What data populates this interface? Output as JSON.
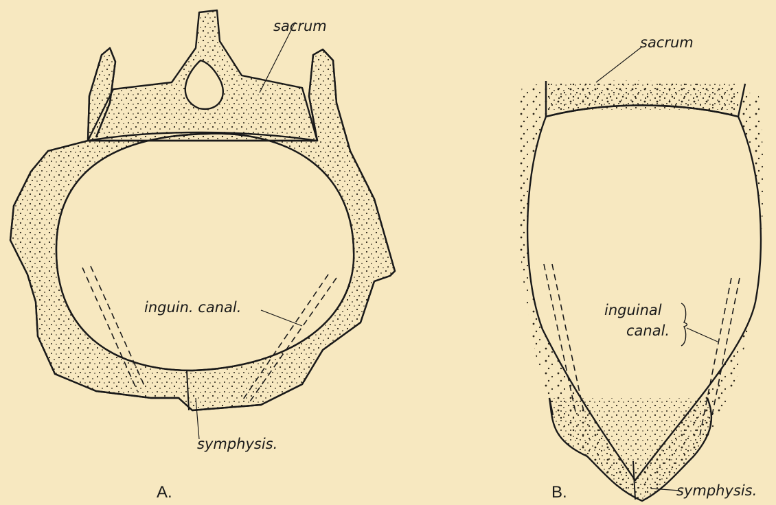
{
  "figure_a": {
    "caption": "A.",
    "labels": {
      "sacrum": "sacrum",
      "inguinal": "inguin. canal.",
      "symphysis": "symphysis."
    }
  },
  "figure_b": {
    "caption": "B.",
    "labels": {
      "sacrum": "sacrum",
      "inguinal_1": "inguinal",
      "inguinal_2": "canal.",
      "symphysis": "symphysis."
    }
  },
  "colors": {
    "background": "#f7e8c0",
    "ink": "#1a1a1a",
    "stipple": "#2a2418"
  }
}
